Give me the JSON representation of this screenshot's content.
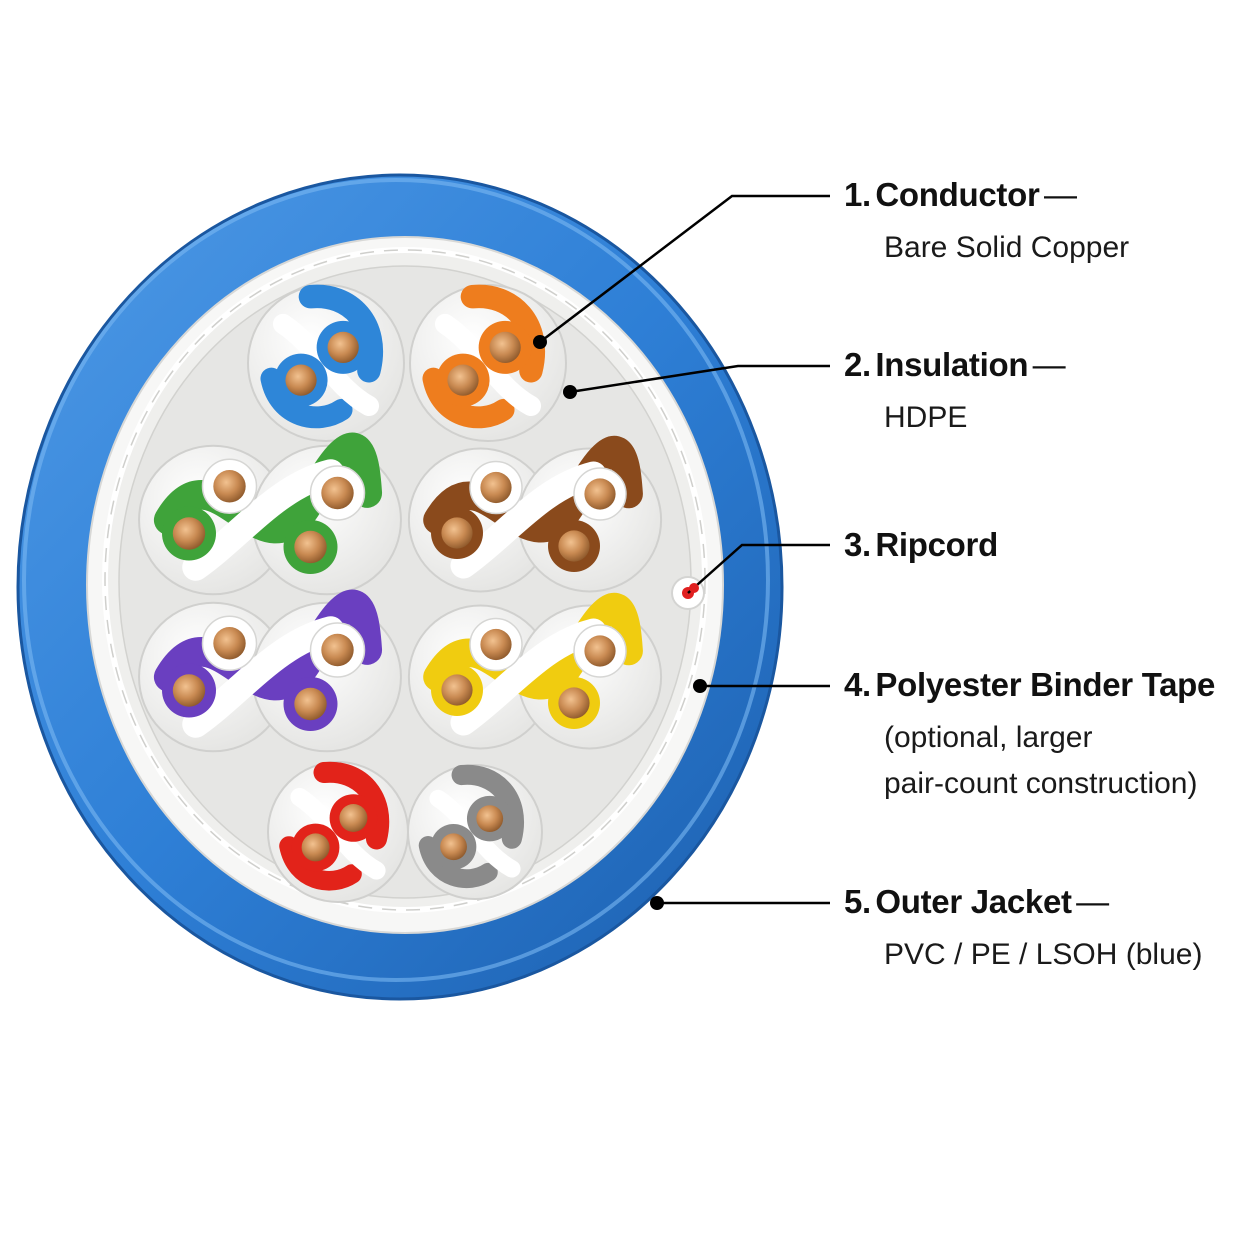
{
  "colors": {
    "jacket": "#2e7fd6",
    "jacket_dark": "#1d63b8",
    "jacket_light": "#5aa2ea",
    "core_fill": "#e6e6e4",
    "tape": "#f2f2f0",
    "copper": "#c98a52",
    "ripcord": "#e02020",
    "leader": "#000000"
  },
  "pairs": [
    {
      "name": "blue",
      "color": "#2e86d8",
      "icon": "twisted-pair-blue"
    },
    {
      "name": "orange",
      "color": "#ee7d1e",
      "icon": "twisted-pair-orange"
    },
    {
      "name": "green",
      "color": "#3fa33a",
      "icon": "twisted-pair-green"
    },
    {
      "name": "brown",
      "color": "#8a4a1c",
      "icon": "twisted-pair-brown"
    },
    {
      "name": "violet",
      "color": "#6a3fc0",
      "icon": "twisted-pair-violet"
    },
    {
      "name": "yellow",
      "color": "#f0cc10",
      "icon": "twisted-pair-yellow"
    },
    {
      "name": "red",
      "color": "#e2231a",
      "icon": "twisted-pair-red"
    },
    {
      "name": "slate",
      "color": "#8a8a8a",
      "icon": "twisted-pair-slate"
    }
  ],
  "labels": [
    {
      "num": "1.",
      "name": "Conductor",
      "dash": "—",
      "desc": [
        "Bare Solid Copper"
      ]
    },
    {
      "num": "2.",
      "name": "Insulation",
      "dash": "—",
      "desc": [
        "HDPE"
      ]
    },
    {
      "num": "3.",
      "name": "Ripcord",
      "dash": "",
      "desc": []
    },
    {
      "num": "4.",
      "name": "Polyester Binder Tape",
      "dash": "",
      "desc": [
        "(optional, larger",
        "pair-count construction)"
      ]
    },
    {
      "num": "5.",
      "name": "Outer Jacket",
      "dash": "—",
      "desc": [
        "PVC / PE / LSOH (blue)"
      ]
    }
  ]
}
